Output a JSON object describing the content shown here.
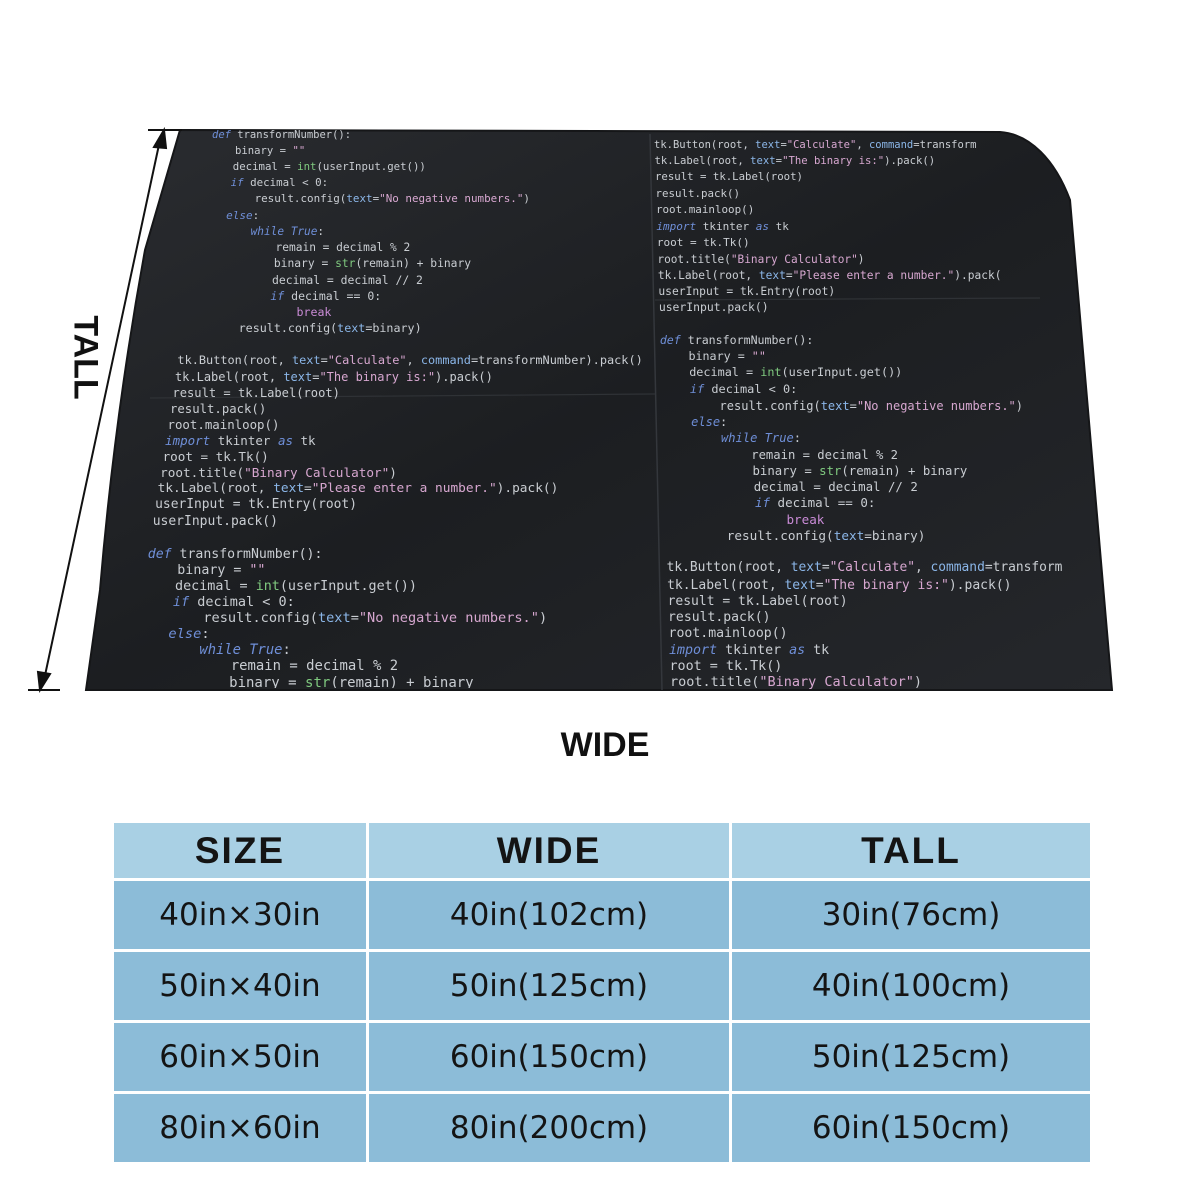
{
  "dimensions": {
    "wide_label": "WIDE",
    "tall_label": "TALL"
  },
  "table": {
    "headers": [
      "SIZE",
      "WIDE",
      "TALL"
    ],
    "rows": [
      [
        "40in×30in",
        "40in(102cm)",
        "30in(76cm)"
      ],
      [
        "50in×40in",
        "50in(125cm)",
        "40in(100cm)"
      ],
      [
        "60in×50in",
        "60in(150cm)",
        "50in(125cm)"
      ],
      [
        "80in×60in",
        "80in(200cm)",
        "60in(150cm)"
      ]
    ]
  },
  "blanket_code": {
    "left_panel": [
      "def transformNumber():",
      "    binary = \"\"",
      "    decimal = int(userInput.get())",
      "    if decimal < 0:",
      "        result.config(text=\"No negative numbers.\")",
      "    else:",
      "        while True:",
      "            remain = decimal % 2",
      "            binary = str(remain) + binary",
      "            decimal = decimal // 2",
      "            if decimal == 0:",
      "                break",
      "        result.config(text=binary)",
      "",
      "tk.Button(root, text=\"Calculate\", command=transformNumber).pack()",
      "tk.Label(root, text=\"The binary is:\").pack()",
      "result = tk.Label(root)",
      "result.pack()",
      "root.mainloop()",
      "import tkinter as tk",
      "root = tk.Tk()",
      "root.title(\"Binary Calculator\")",
      "tk.Label(root, text=\"Please enter a number.\").pack()",
      "userInput = tk.Entry(root)",
      "userInput.pack()",
      "",
      "def transformNumber():",
      "    binary = \"\"",
      "    decimal = int(userInput.get())",
      "    if decimal < 0:",
      "        result.config(text=\"No negative numbers.\")",
      "    else:",
      "        while True:",
      "            remain = decimal % 2",
      "            binary = str(remain) + binary"
    ],
    "right_panel": [
      "tk.Button(root, text=\"Calculate\", command=transform",
      "tk.Label(root, text=\"The binary is:\").pack()",
      "result = tk.Label(root)",
      "result.pack()",
      "root.mainloop()",
      "import tkinter as tk",
      "root = tk.Tk()",
      "root.title(\"Binary Calculator\")",
      "tk.Label(root, text=\"Please enter a number.\").pack(",
      "userInput = tk.Entry(root)",
      "userInput.pack()",
      "",
      "def transformNumber():",
      "    binary = \"\"",
      "    decimal = int(userInput.get())",
      "    if decimal < 0:",
      "        result.config(text=\"No negative numbers.\")",
      "    else:",
      "        while True:",
      "            remain = decimal % 2",
      "            binary = str(remain) + binary",
      "            decimal = decimal // 2",
      "            if decimal == 0:",
      "                break",
      "        result.config(text=binary)",
      "",
      "tk.Button(root, text=\"Calculate\", command=transform",
      "tk.Label(root, text=\"The binary is:\").pack()",
      "result = tk.Label(root)",
      "result.pack()",
      "root.mainloop()",
      "import tkinter as tk",
      "root = tk.Tk()",
      "root.title(\"Binary Calculator\")"
    ]
  },
  "colors": {
    "blanket": "#1f2124",
    "table_header": "#a9d0e4",
    "table_cell": "#8cbcd8"
  }
}
